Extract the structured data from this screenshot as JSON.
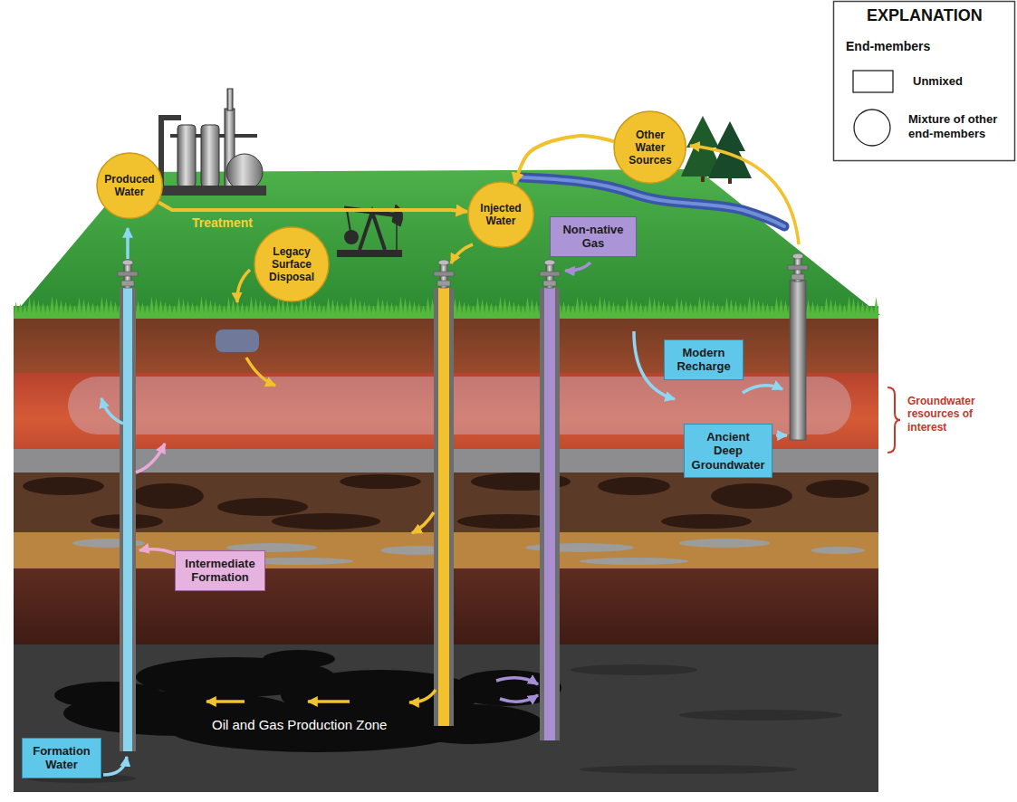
{
  "diagram": {
    "nodes": [
      {
        "text": [
          "Produced Water"
        ]
      },
      {
        "text": [
          "Injected Water"
        ]
      },
      {
        "text": [
          "Other Water Sources"
        ]
      },
      {
        "text": [
          "Legacy Surface Disposal"
        ]
      },
      {
        "text": [
          "Non-native Gas"
        ]
      },
      {
        "text": [
          "Modern Recharge"
        ]
      },
      {
        "text": [
          "Ancient Deep Groundwater"
        ]
      },
      {
        "text": [
          "Intermediate Formation"
        ]
      },
      {
        "text": [
          "Formation Water"
        ]
      }
    ],
    "edges": [
      {
        "from": 0,
        "to": 1,
        "arrow": "to",
        "label": "Treatment"
      },
      {
        "from": 2,
        "to": 1,
        "arrow": "to"
      }
    ],
    "labels": [
      "Groundwater resources of interest",
      "Oil and Gas Production Zone",
      "EXPLANATION",
      "End-members"
    ],
    "legend": [
      {
        "text": "Unmixed"
      },
      {
        "text": "Mixture of other end-members"
      }
    ]
  }
}
